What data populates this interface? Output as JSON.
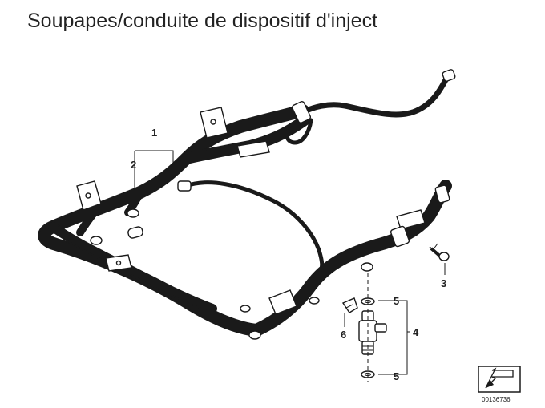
{
  "title": "Soupapes/conduite de dispositif d'inject",
  "callouts": {
    "c1": "1",
    "c2": "2",
    "c3": "3",
    "c4": "4",
    "c5a": "5",
    "c5b": "5",
    "c6": "6"
  },
  "footer": {
    "ref_number": "00136736"
  }
}
